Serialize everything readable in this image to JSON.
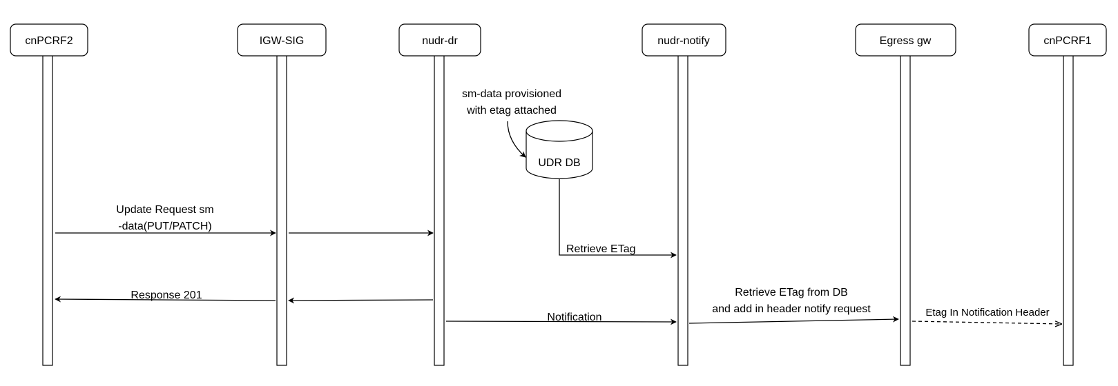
{
  "participants": [
    {
      "id": "cnpcrf2",
      "label": "cnPCRF2",
      "color": "#1f3d0c"
    },
    {
      "id": "igw-sig",
      "label": "IGW-SIG",
      "color": "#000000"
    },
    {
      "id": "nudr-dr",
      "label": "nudr-dr",
      "color": "#3d0c0c"
    },
    {
      "id": "nudr-notify",
      "label": "nudr-notify",
      "color": "#3d0c0c"
    },
    {
      "id": "egress-gw",
      "label": "Egress gw",
      "color": "#000000"
    },
    {
      "id": "cnpcrf1",
      "label": "cnPCRF1",
      "color": "#1f3d0c"
    }
  ],
  "database": {
    "label": "UDR DB"
  },
  "note": {
    "lines": [
      "sm-data provisioned",
      "with etag attached"
    ]
  },
  "messages": [
    {
      "id": "update-request",
      "lines": [
        "Update Request sm",
        "-data(PUT/PATCH)"
      ]
    },
    {
      "id": "forward-update",
      "lines": []
    },
    {
      "id": "retrieve-etag",
      "lines": [
        "Retrieve ETag"
      ]
    },
    {
      "id": "response-201",
      "lines": [
        "Response 201"
      ]
    },
    {
      "id": "response-return",
      "lines": []
    },
    {
      "id": "notification",
      "lines": [
        "Notification"
      ]
    },
    {
      "id": "retrieve-etag-from-db",
      "lines": [
        "Retrieve ETag from DB",
        "and add in header notify request"
      ]
    },
    {
      "id": "etag-header",
      "lines": [
        "Etag In Notification Header"
      ]
    }
  ]
}
